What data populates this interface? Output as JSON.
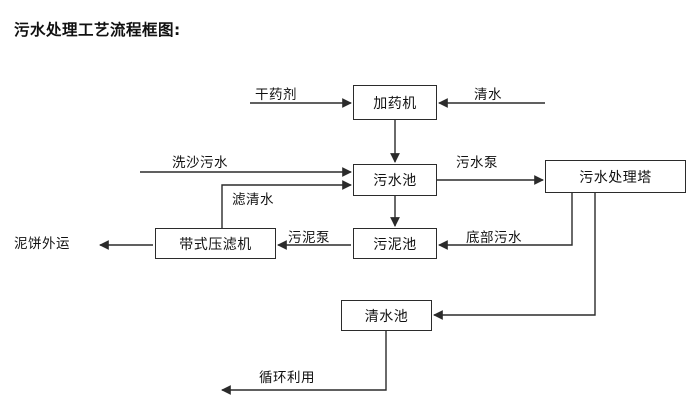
{
  "title": "污水处理工艺流程框图:",
  "diagram": {
    "type": "flowchart",
    "orientation": "left-to-right, top-to-bottom",
    "nodes": [
      {
        "id": "dosing",
        "label": "加药机",
        "shape": "rectangle"
      },
      {
        "id": "sewagepool",
        "label": "污水池",
        "shape": "rectangle"
      },
      {
        "id": "tower",
        "label": "污水处理塔",
        "shape": "rectangle"
      },
      {
        "id": "sludgepool",
        "label": "污泥池",
        "shape": "rectangle"
      },
      {
        "id": "filterpress",
        "label": "带式压滤机",
        "shape": "rectangle"
      },
      {
        "id": "clearpool",
        "label": "清水池",
        "shape": "rectangle"
      }
    ],
    "terminal_labels": [
      {
        "id": "dry-reagent",
        "label": "干药剂"
      },
      {
        "id": "clean-water",
        "label": "清水"
      },
      {
        "id": "sand-wash",
        "label": "洗沙污水"
      },
      {
        "id": "mud-cake-out",
        "label": "泥饼外运"
      }
    ],
    "edges": [
      {
        "id": "dry-to-dosing",
        "label": "干药剂",
        "from": "input",
        "to": "dosing"
      },
      {
        "id": "cleanwater-to-dosing",
        "label": "清水",
        "from": "input",
        "to": "dosing"
      },
      {
        "id": "dosing-to-sewagepool",
        "label": "",
        "from": "dosing",
        "to": "sewagepool"
      },
      {
        "id": "sandwash-to-sewage",
        "label": "洗沙污水",
        "from": "input",
        "to": "sewagepool"
      },
      {
        "id": "filtrate-to-sewage",
        "label": "滤清水",
        "from": "filterpress",
        "to": "sewagepool"
      },
      {
        "id": "sewage-to-tower",
        "label": "污水泵",
        "from": "sewagepool",
        "to": "tower"
      },
      {
        "id": "sewage-to-sludge",
        "label": "",
        "from": "sewagepool",
        "to": "sludgepool"
      },
      {
        "id": "sludge-to-press",
        "label": "污泥泵",
        "from": "sludgepool",
        "to": "filterpress"
      },
      {
        "id": "press-to-mudcake",
        "label": "泥饼外运",
        "from": "filterpress",
        "to": "output"
      },
      {
        "id": "tower-to-sludge",
        "label": "底部污水",
        "from": "tower",
        "to": "sludgepool"
      },
      {
        "id": "tower-to-clearpool",
        "label": "",
        "from": "tower",
        "to": "clearpool"
      },
      {
        "id": "clearpool-to-reuse",
        "label": "循环利用",
        "from": "clearpool",
        "to": "output"
      }
    ],
    "colors": {
      "line": "#2b2b2b",
      "text": "#111111",
      "background": "#ffffff"
    }
  }
}
